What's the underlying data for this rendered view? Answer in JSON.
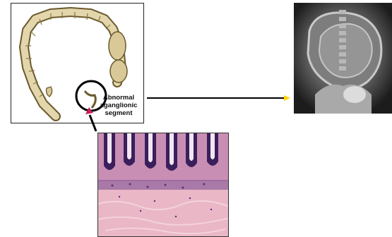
{
  "annotation": {
    "line1": "Abnormal",
    "line2": "aganglionic",
    "line3": "segment"
  },
  "colors": {
    "arrow_right": "#ffd400",
    "arrow_up": "#c81e5a",
    "colon_fill": "#e3d6ad",
    "colon_stroke": "#6b5a2c",
    "histo_background": "#e9b7c6",
    "crypt_color": "#3a1f5c"
  }
}
